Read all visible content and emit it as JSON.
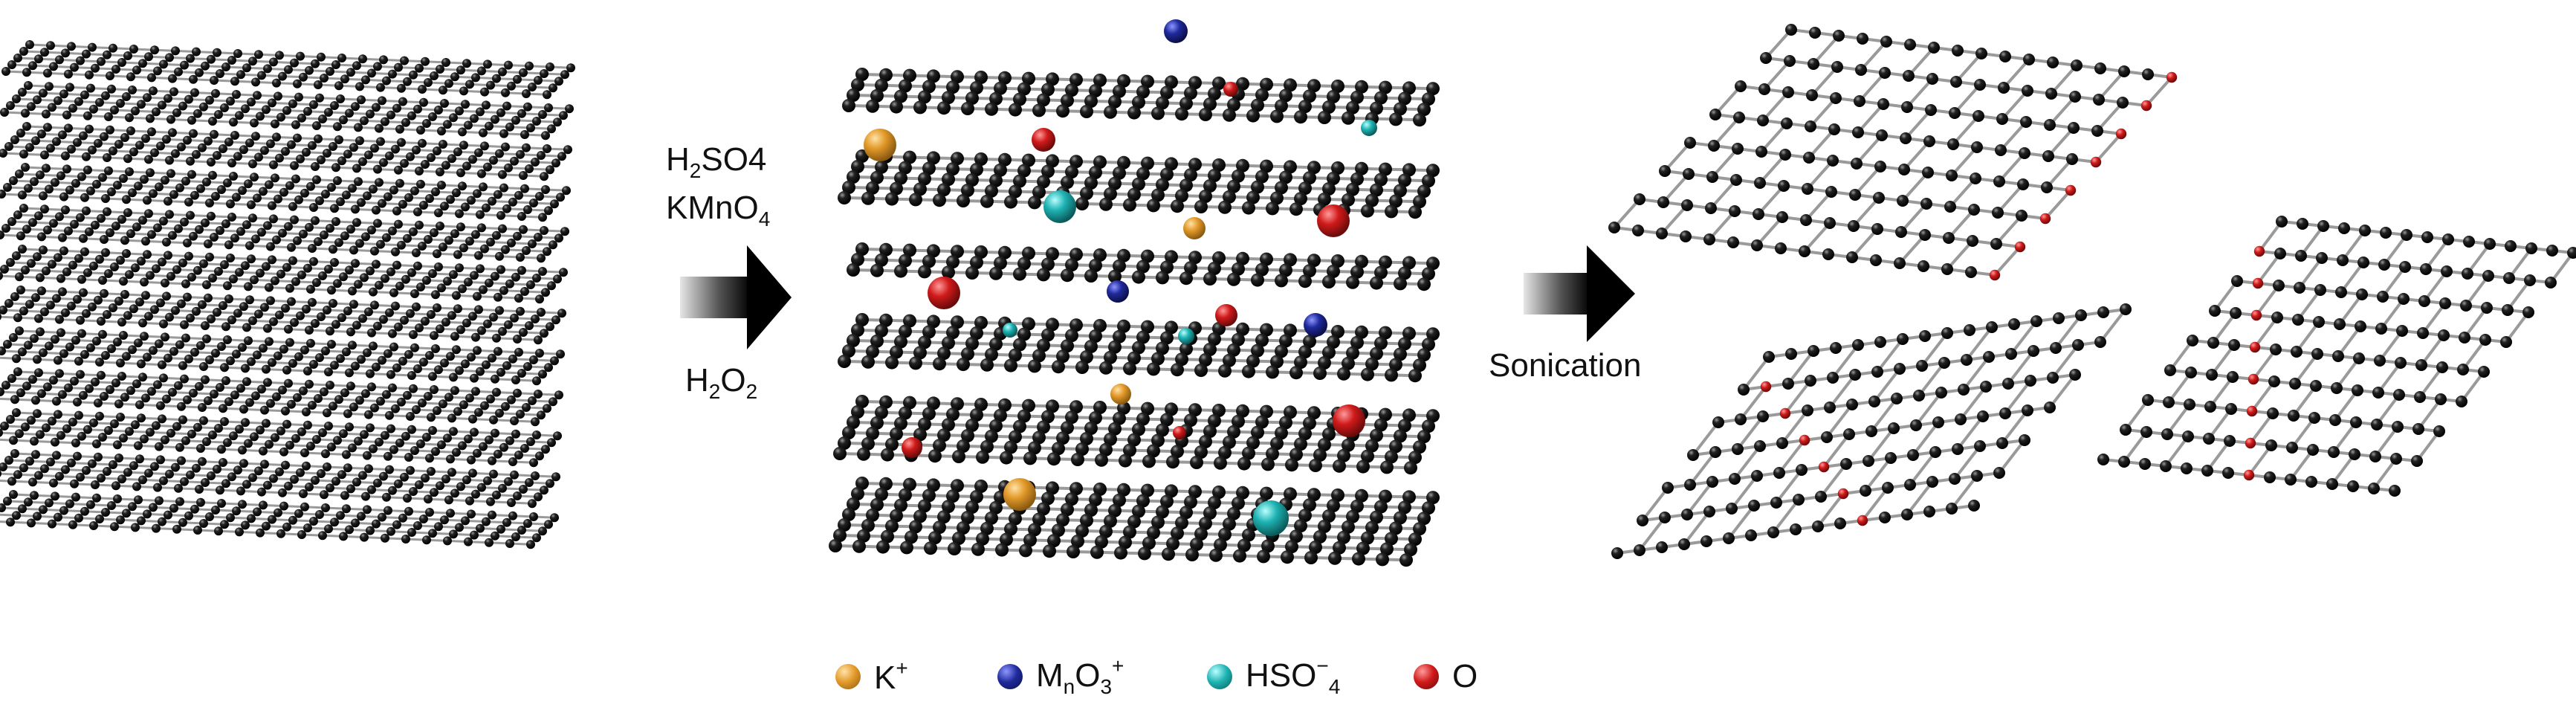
{
  "step1": {
    "reagent1": {
      "base": "H",
      "sub": "2",
      "rest": "SO4"
    },
    "reagent2": {
      "base": "KMnO",
      "sub": "4"
    },
    "reagent3": {
      "base": "H",
      "sub": "2",
      "mid": "O",
      "sub2": "2"
    }
  },
  "step2": {
    "label": "Sonication"
  },
  "legend": [
    {
      "name": "K",
      "sup": "+",
      "color": "#e39a2a"
    },
    {
      "name": "M",
      "sub1": "n",
      "mid": "O",
      "sub2": "3",
      "sup": "+",
      "color": "#1f2a9c"
    },
    {
      "name": "HSO",
      "supsub": "−",
      "sub2": "4",
      "color": "#1fb3b3"
    },
    {
      "name": "O",
      "color": "#d01a1a"
    }
  ],
  "colors": {
    "atom": "#111111",
    "bond": "#9a9a9a",
    "arrow_dark": "#000000",
    "arrow_light": "#bdbdbd"
  }
}
